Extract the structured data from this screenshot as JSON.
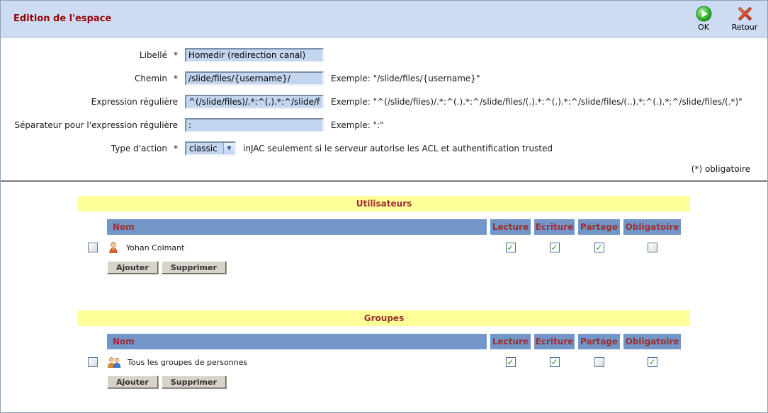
{
  "header": {
    "title": "Edition de l'espace",
    "ok_label": "OK",
    "retour_label": "Retour"
  },
  "form": {
    "fields": [
      {
        "label": "Libellé",
        "required": "*",
        "value": "Homedir (redirection canal)",
        "example": ""
      },
      {
        "label": "Chemin",
        "required": "*",
        "value": "/slide/files/{username}/",
        "example": "Exemple: \"/slide/files/{username}\""
      },
      {
        "label": "Expression régulière",
        "required": "",
        "value": "^(/slide/files)/.*:^(.).*:^/slide/files/(.).*:^(.).*:^/slide/files/(..).*:^(.).*:^/slide/files/(.*)",
        "example": "Exemple: \"^(/slide/files)/.*:^(.).*:^/slide/files/(.).*:^(.).*:^/slide/files/(..).*:^(.).*:^/slide/files/(.*)\""
      },
      {
        "label": "Séparateur pour l'expression régulière",
        "required": "",
        "value": ":",
        "example": "Exemple: \":\""
      },
      {
        "label": "Type d'action",
        "required": "*",
        "value": "classic",
        "note": "inJAC seulement si le serveur autorise les ACL et authentification trusted"
      }
    ],
    "footnote": "(*) obligatoire"
  },
  "sections": [
    {
      "title": "Utilisateurs",
      "columns": [
        "Nom",
        "Lecture",
        "Ecriture",
        "Partage",
        "Obligatoire"
      ],
      "rows": [
        {
          "name": "Yohan Colmant",
          "icon": "user-icon",
          "selected": false,
          "perms": [
            true,
            true,
            true,
            false
          ]
        }
      ],
      "buttons": [
        "Ajouter",
        "Supprimer"
      ]
    },
    {
      "title": "Groupes",
      "columns": [
        "Nom",
        "Lecture",
        "Ecriture",
        "Partage",
        "Obligatoire"
      ],
      "rows": [
        {
          "name": "Tous les groupes de personnes",
          "icon": "group-icon",
          "selected": false,
          "perms": [
            true,
            true,
            false,
            true
          ]
        }
      ],
      "buttons": [
        "Ajouter",
        "Supprimer"
      ]
    }
  ],
  "colors": {
    "topbar_bg": "#cddcf3",
    "title_red": "#990000",
    "banner_yellow": "#ffff99",
    "table_header_blue": "#7296c8",
    "table_header_text": "#9c3030",
    "input_bg": "#c3d5ef",
    "check_green": "#1ea11e",
    "ok_green": "#1faf1f",
    "retour_orange": "#d9451c"
  }
}
